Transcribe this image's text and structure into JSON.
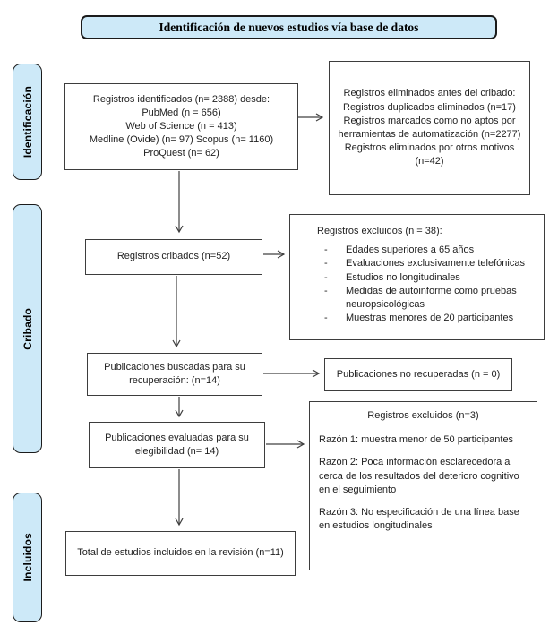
{
  "title": "Identificación de nuevos estudios vía base de datos",
  "colors": {
    "stage_fill": "#cde9f8",
    "box_border": "#3d3d3d",
    "arrow": "#404040"
  },
  "stages": {
    "identification": "Identificación",
    "screening": "Cribado",
    "included": "Incluidos"
  },
  "boxes": {
    "identified": {
      "lines": [
        "Registros identificados (n= 2388) desde:",
        "PubMed (n = 656)",
        "Web of Science (n = 413)",
        "Medline (Ovide) (n= 97) Scopus (n= 1160)",
        "ProQuest (n= 62)"
      ]
    },
    "removed_before_screening": {
      "lines": [
        "Registros eliminados antes del cribado:",
        "Registros duplicados eliminados (n=17)",
        "Registros marcados como no aptos por herramientas de automatización (n=2277)",
        "Registros eliminados por otros motivos (n=42)"
      ]
    },
    "screened": {
      "text": "Registros cribados (n=52)"
    },
    "excluded_records": {
      "heading": "Registros excluidos (n = 38):",
      "bullet_char": "-",
      "items": [
        "Edades superiores a 65 años",
        "Evaluaciones exclusivamente telefónicas",
        "Estudios no longitudinales",
        "Medidas de autoinforme como pruebas neuropsicológicas",
        "Muestras menores de 20 participantes"
      ]
    },
    "sought": {
      "text": "Publicaciones buscadas para su recuperación: (n=14)"
    },
    "not_retrieved": {
      "text": "Publicaciones no recuperadas (n = 0)"
    },
    "assessed": {
      "text": "Publicaciones evaluadas para su elegibilidad (n= 14)"
    },
    "excluded_reports": {
      "heading": "Registros excluidos (n=3)",
      "reasons": [
        "Razón 1: muestra menor de 50 participantes",
        "Razón 2: Poca información esclarecedora a cerca de los resultados del deterioro cognitivo en el seguimiento",
        "Razón 3: No especificación de una línea base en estudios longitudinales"
      ]
    },
    "included_total": {
      "text": "Total de estudios incluidos en la revisión (n=11)"
    }
  }
}
